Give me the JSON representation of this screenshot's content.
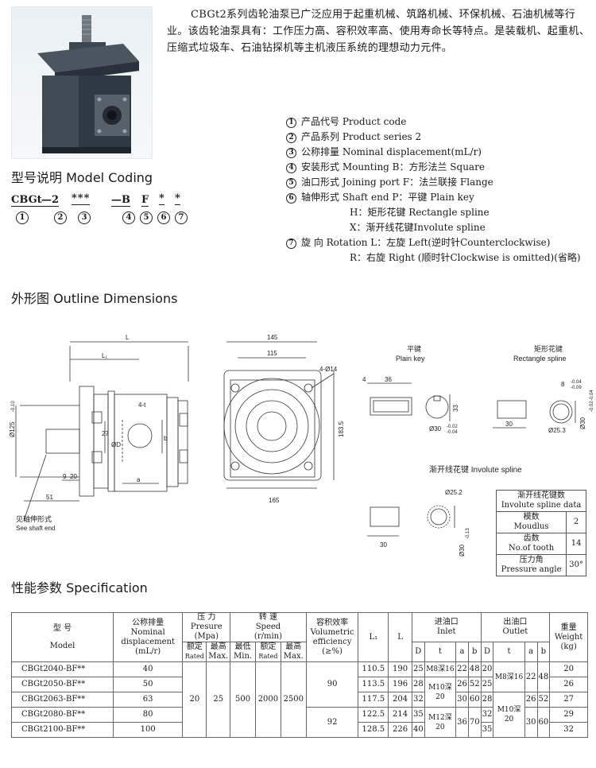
{
  "intro": "CBGt2系列齿轮油泵已广泛应用于起重机械、筑路机械、环保机械、石油机械等行业。该齿轮油泵具有：工作压力高、容积效率高、使用寿命长等特点。是装载机、起重机、压缩式垃圾车、石油钻探机等主机液压系统的理想动力元件。",
  "model_coding": {
    "title": "型号说明  Model Coding",
    "code_parts": [
      "CBGt",
      "—2",
      "***",
      "—B",
      "F",
      "*",
      "*"
    ],
    "code_numbers": [
      "1",
      "2",
      "3",
      "4",
      "5",
      "6",
      "7"
    ]
  },
  "legend": [
    {
      "num": "1",
      "text": "产品代号  Product code"
    },
    {
      "num": "2",
      "text": "产品系列  Product series 2"
    },
    {
      "num": "3",
      "text": "公称排量  Nominal displacement(mL/r)"
    },
    {
      "num": "4",
      "text": "安装形式  Mounting B：方形法兰 Square"
    },
    {
      "num": "5",
      "text": "油口形式  Joining port  F：法兰联接 Flange"
    },
    {
      "num": "6",
      "text": "轴伸形式  Shaft end  P：平键  Plain key"
    },
    {
      "num": "",
      "text": "H：矩形花键 Rectangle spline"
    },
    {
      "num": "",
      "text": "X：渐开线花键Involute spline"
    },
    {
      "num": "7",
      "text": "旋        向 Rotation  L：左旋 Left(逆时针Counterclockwise)"
    },
    {
      "num": "",
      "text": "R：右旋  Right (顺时针Clockwise is omitted)(省略)"
    }
  ],
  "outline": {
    "title": "外形图  Outline Dimensions",
    "side": {
      "L": "L",
      "L1": "L₁",
      "t": "4-t",
      "b": "b",
      "phiD": "ØD",
      "a": "a",
      "dim27": "27",
      "dim9": "9",
      "dim20": "20",
      "dim51": "51",
      "phi125": "Ø125",
      "tol125": "-0.10",
      "shaft_cn": "见轴伸形式",
      "shaft_en": "See shaft end"
    },
    "front": {
      "sq145": "145",
      "sq115": "115",
      "holes": "4-Ø14",
      "h183": "183.5",
      "w165": "165"
    },
    "plain_key": {
      "cn": "平键",
      "en": "Plain key",
      "d4": "4",
      "d36": "36",
      "d33": "33",
      "phi30": "Ø30",
      "tol_up": "-0.02",
      "tol_dn": "-0.04"
    },
    "rect_spline": {
      "cn": "矩形花键",
      "en": "Rectangle spline",
      "d8": "8",
      "tol_up": "-0.04",
      "tol_dn": "-0.09",
      "d30": "30",
      "phi253": "Ø25.3",
      "phi30": "Ø30",
      "tol2_up": "-0.02",
      "tol2_dn": "-0.04"
    },
    "involute": {
      "label": "渐开线花键 Involute spline",
      "phi252": "Ø25.2",
      "d30": "30",
      "phi30": "Ø30",
      "tol": "-0.13"
    }
  },
  "spline_data": {
    "title_cn": "渐开线花键数",
    "title_en": "Involute spline data",
    "rows": [
      {
        "cn": "模数",
        "en": "Moudlus",
        "value": "2"
      },
      {
        "cn": "齿数",
        "en": "No.of tooth",
        "value": "14"
      },
      {
        "cn": "压力角",
        "en": "Pressure angle",
        "value": "30°"
      }
    ]
  },
  "spec": {
    "title": "性能参数  Specification",
    "headers": {
      "model_cn": "型    号",
      "model_en": "Model",
      "disp_cn": "公称排量",
      "disp_en": "Nominal",
      "disp_en2": "displacement",
      "disp_unit": "(mL/r)",
      "press_cn": "压    力",
      "press_en": "Presure",
      "press_unit": "(Mpa)",
      "speed_cn": "转    速",
      "speed_en": "Speed",
      "speed_unit": "(r/min)",
      "eff_cn": "容积效率",
      "eff_en": "Volumetric",
      "eff_en2": "efficiency",
      "eff_unit": "(≥%)",
      "L1": "L₁",
      "L": "L",
      "inlet_cn": "进油口",
      "inlet_en": "Inlet",
      "outlet_cn": "出油口",
      "outlet_en": "Outlet",
      "weight_cn": "重量",
      "weight_en": "Weight",
      "weight_unit": "(kg)",
      "rated_cn": "额定",
      "rated_en": "Rated",
      "max_cn": "最高",
      "max_en": "Max.",
      "min_cn": "最低",
      "min_en": "Min.",
      "D": "D",
      "t": "t",
      "a": "a",
      "b": "b"
    },
    "pressure_rated": "20",
    "pressure_max": "25",
    "speed_min": "500",
    "speed_rated": "2000",
    "speed_max": "2500",
    "eff_a": "90",
    "eff_b": "92",
    "rows": [
      {
        "model": "CBGt2040-BF**",
        "disp": "40",
        "L1": "110.5",
        "L": "190",
        "inD": "25",
        "inT": "M8深16",
        "inA": "22",
        "inB": "48",
        "outD": "20",
        "weight": "20"
      },
      {
        "model": "CBGt2050-BF**",
        "disp": "50",
        "L1": "113.5",
        "L": "196",
        "inD": "28",
        "inA": "26",
        "inB": "52",
        "outD": "25",
        "weight": "26"
      },
      {
        "model": "CBGt2063-BF**",
        "disp": "63",
        "L1": "117.5",
        "L": "204",
        "inD": "32",
        "inA": "30",
        "inB": "60",
        "outD": "28",
        "weight": "27"
      },
      {
        "model": "CBGt2080-BF**",
        "disp": "80",
        "L1": "122.5",
        "L": "214",
        "inD": "35",
        "outD": "32",
        "weight": "29"
      },
      {
        "model": "CBGt2100-BF**",
        "disp": "100",
        "L1": "128.5",
        "L": "226",
        "inD": "40",
        "inA": "36",
        "inB": "70",
        "outD": "35",
        "weight": "32"
      }
    ],
    "merged": {
      "inT_m10": "M10深20",
      "inT_m12": "M12深20",
      "outT_m8": "M8深16",
      "outT_m10": "M10深20",
      "outA_1": "22",
      "outB_1": "48",
      "outA_2": "26",
      "outB_2": "52",
      "outA_3": "30",
      "outB_3": "60"
    }
  }
}
